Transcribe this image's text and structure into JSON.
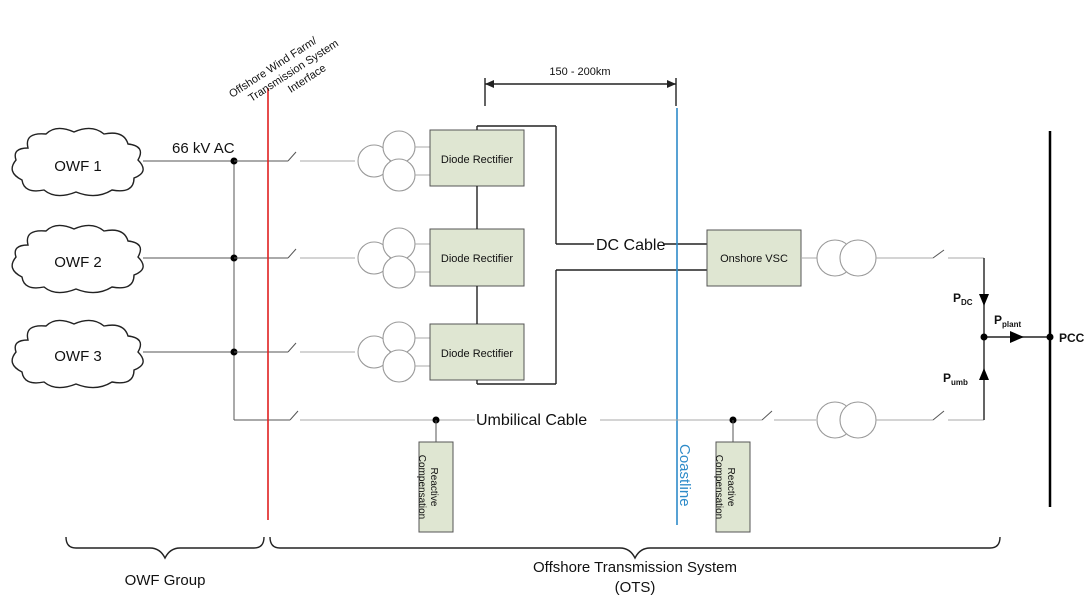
{
  "labels": {
    "interface": [
      "Offshore Wind Farm/",
      "Transmission System",
      "Interface"
    ],
    "distance": "150 - 200km",
    "voltage": "66 kV AC",
    "dc_cable": "DC Cable",
    "umbilical_cable": "Umbilical Cable",
    "coastline": "Coastline",
    "pcc": "PCC",
    "owf_group": "OWF Group",
    "ots": [
      "Offshore Transmission System",
      "(OTS)"
    ]
  },
  "wind_farms": [
    "OWF 1",
    "OWF 2",
    "OWF 3"
  ],
  "rectifiers": [
    "Diode Rectifier",
    "Diode Rectifier",
    "Diode Rectifier"
  ],
  "onshore_converter": "Onshore VSC",
  "reactive_compensation": [
    [
      "Reactive",
      "Compensation"
    ],
    [
      "Reactive",
      "Compensation"
    ]
  ],
  "powers": {
    "dc": {
      "base": "P",
      "sub": "DC"
    },
    "plant": {
      "base": "P",
      "sub": "plant"
    },
    "umb": {
      "base": "P",
      "sub": "umb"
    }
  },
  "colors": {
    "interface_line": "#e02020",
    "coastline": "#2e8bc9",
    "box_fill": "#dfe6d2"
  }
}
